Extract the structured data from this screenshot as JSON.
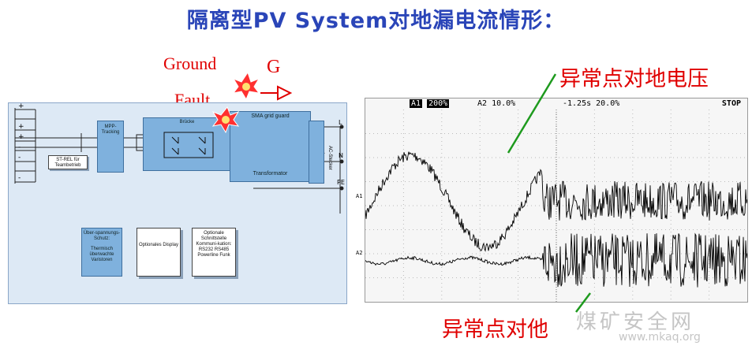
{
  "slide": {
    "title": "隔离型PV System对地漏电流情形："
  },
  "annotations": {
    "ground": "Ground",
    "g": "G",
    "fault": "Fault",
    "voltage_label": "异常点对地电压",
    "current_label": "异常点对他"
  },
  "schematic": {
    "mpp": "MPP-Tracking",
    "bruecke": "Brücke",
    "sma": "SMA grid guard",
    "transformator": "Transformator",
    "st_rel": "ST-REL für Teambetrieb",
    "ueber_1": "Über-spannungs-Schutz:",
    "ueber_2": "Thermisch überwachte Varistoren",
    "optionales": "Optionales Display",
    "schnitt_1": "Optionale Schnittstelle Kommuni-kation:",
    "schnitt_2": "RS232 RS485 Powerline Funk",
    "ac_stecker": "AC-Stecker",
    "terminal_l": "L",
    "terminal_n": "N",
    "terminal_pe": "PE",
    "plus": "+",
    "minus": "-"
  },
  "scope": {
    "ch1": "A1",
    "ch1_scale": "200%",
    "ch2": "A2",
    "ch2_scale": "10.0%",
    "timebase": "-1.25s 20.0%",
    "state": "STOP",
    "marker_a1": "A1",
    "marker_a2": "A2"
  },
  "watermark": {
    "brand": "煤矿安全网",
    "url": "www.mkaq.org"
  },
  "colors": {
    "title": "#2a45b8",
    "red": "#e00000",
    "green_pointer": "#1e9a1e",
    "panel": "#dde9f5",
    "block": "#7fb1dd"
  }
}
